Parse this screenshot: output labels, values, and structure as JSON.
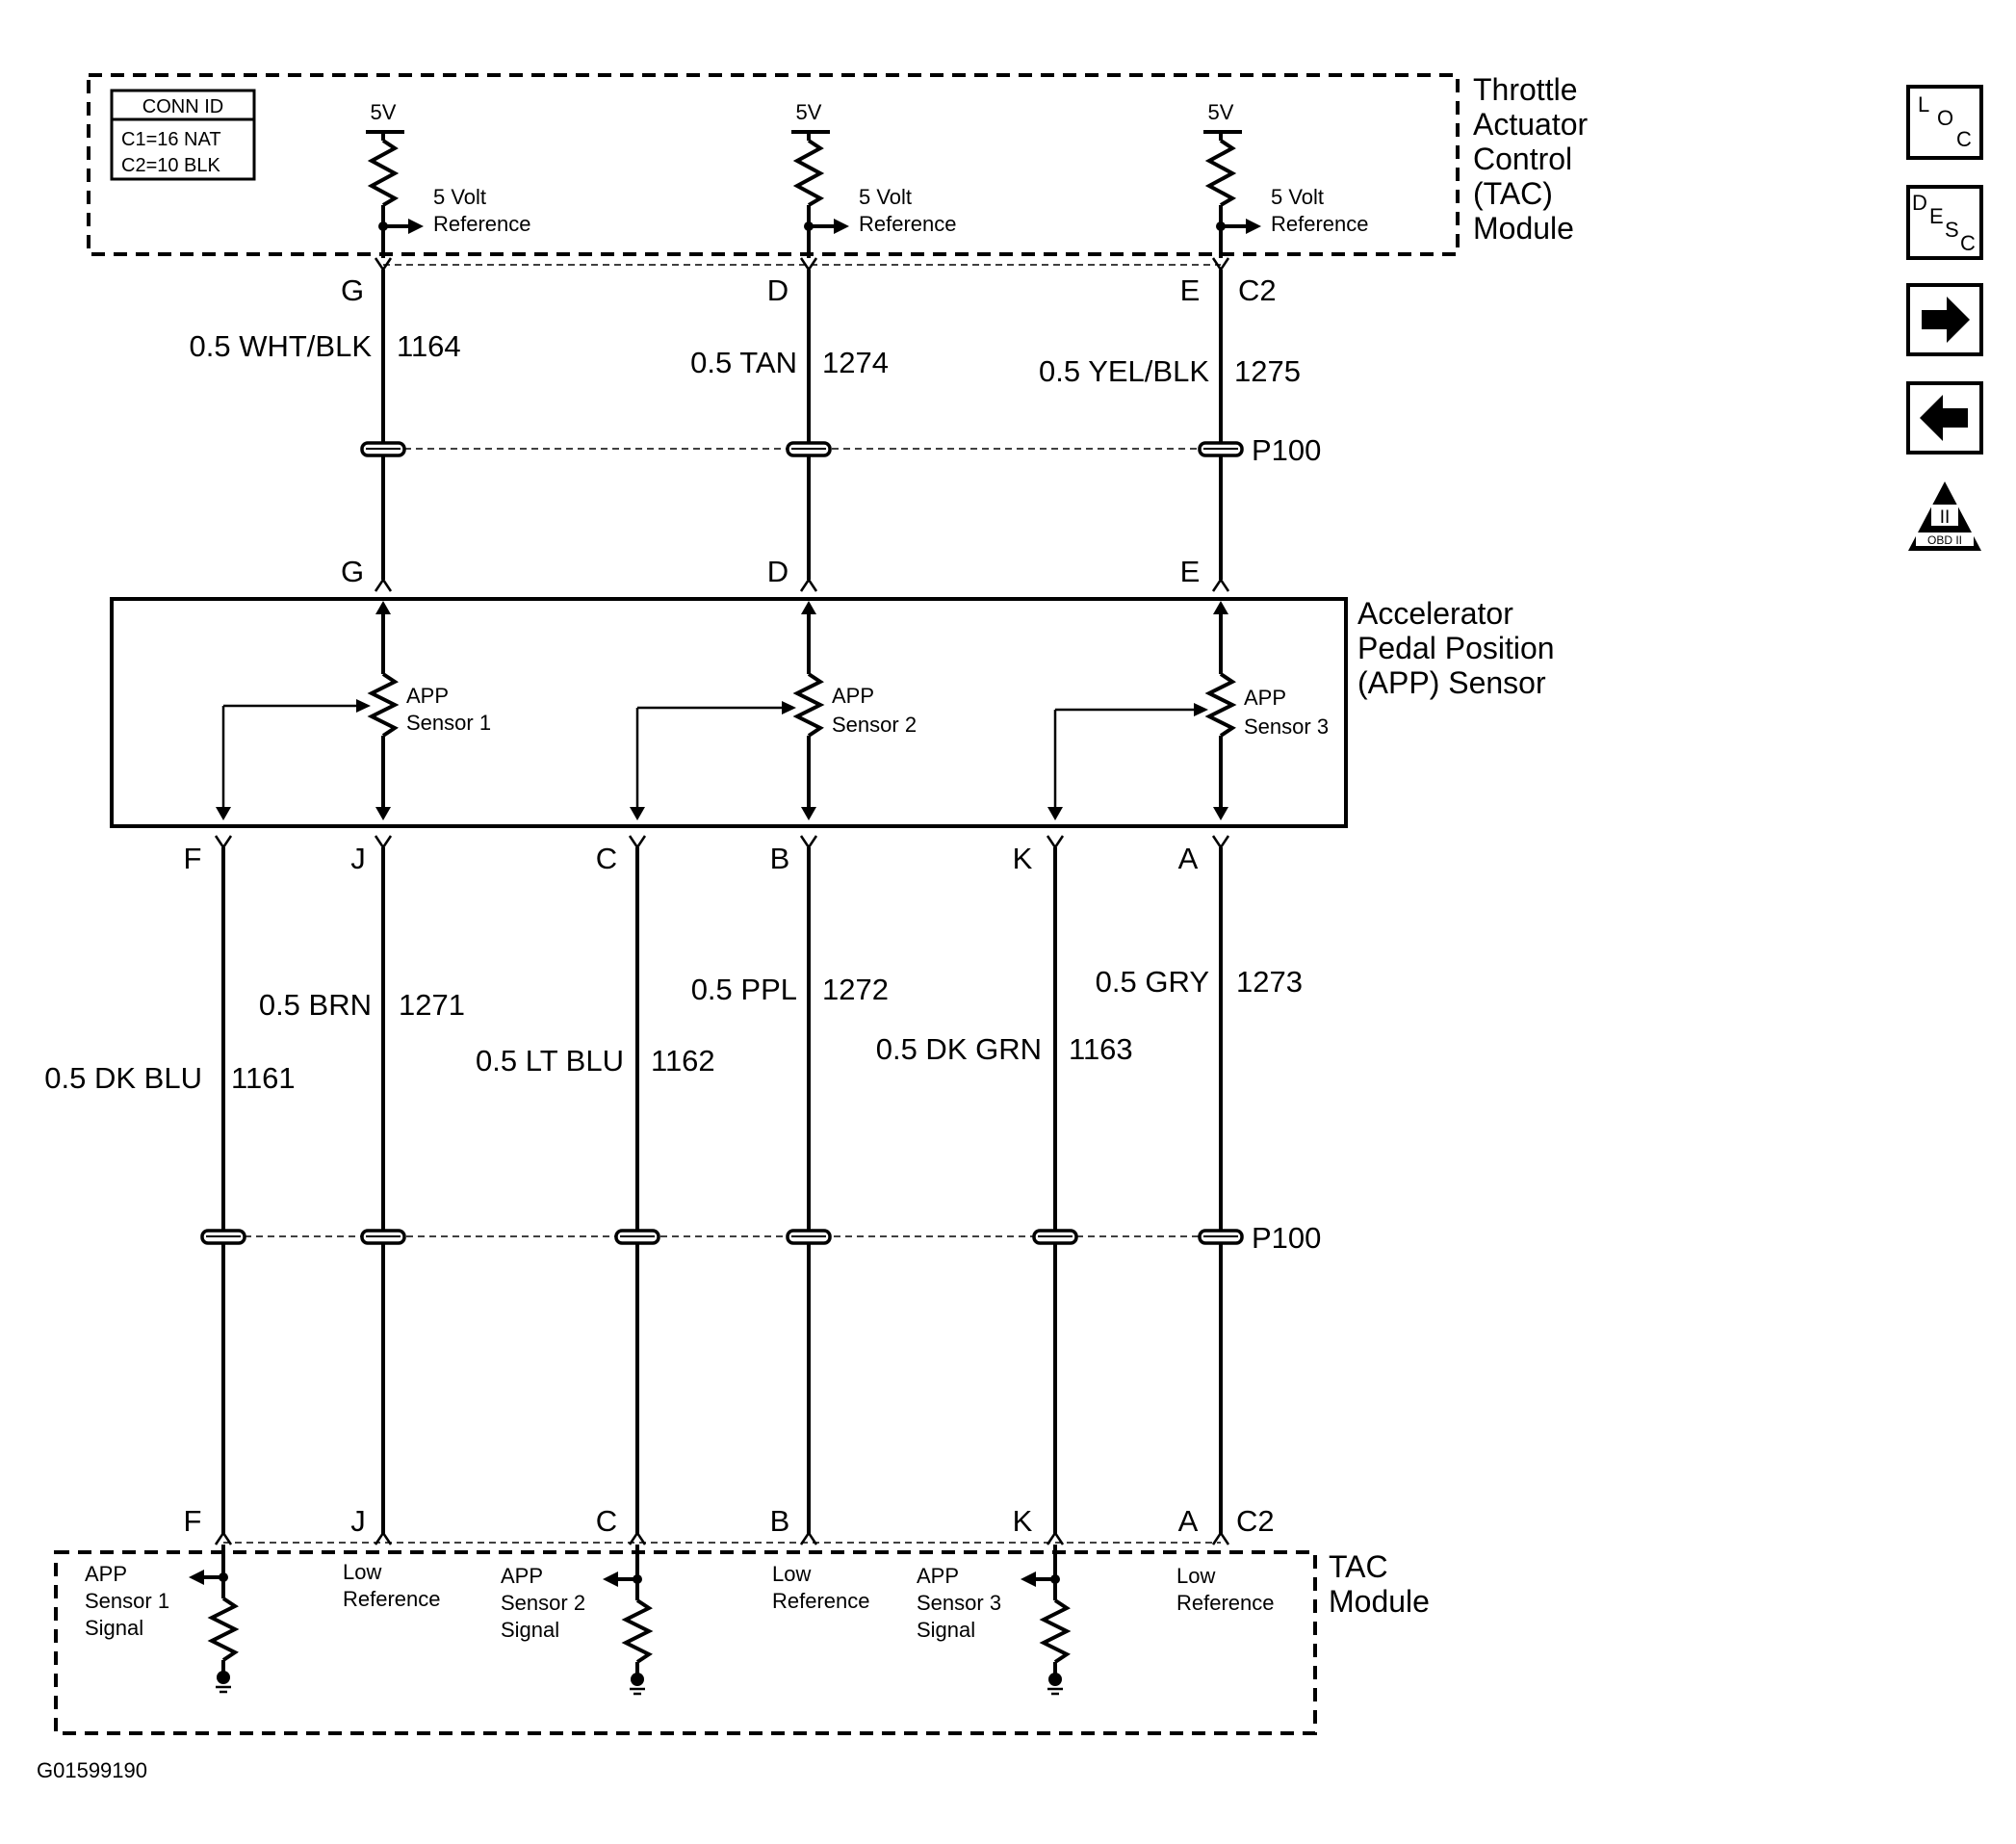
{
  "diagram": {
    "tac_module_top": {
      "title_lines": [
        "Throttle",
        "Actuator",
        "Control",
        "(TAC)",
        "Module"
      ]
    },
    "conn_id": {
      "header": "CONN ID",
      "line1": "C1=16 NAT",
      "line2": "C2=10 BLK"
    },
    "supply": {
      "voltage": "5V",
      "ref_line1": "5 Volt",
      "ref_line2": "Reference"
    },
    "top_connector": "C2",
    "top_wires": [
      {
        "pin": "G",
        "color": "0.5 WHT/BLK",
        "circuit": "1164"
      },
      {
        "pin": "D",
        "color": "0.5 TAN",
        "circuit": "1274"
      },
      {
        "pin": "E",
        "color": "0.5 YEL/BLK",
        "circuit": "1275"
      }
    ],
    "splice_label_top": "P100",
    "app_sensor": {
      "title_lines": [
        "Accelerator",
        "Pedal Position",
        "(APP) Sensor"
      ],
      "sensors": [
        {
          "line1": "APP",
          "line2": "Sensor 1"
        },
        {
          "line1": "APP",
          "line2": "Sensor 2"
        },
        {
          "line1": "APP",
          "line2": "Sensor 3"
        }
      ]
    },
    "bottom_wires": [
      {
        "pin": "F",
        "color": "0.5 DK BLU",
        "circuit": "1161"
      },
      {
        "pin": "J",
        "color": "0.5 BRN",
        "circuit": "1271"
      },
      {
        "pin": "C",
        "color": "0.5 LT BLU",
        "circuit": "1162"
      },
      {
        "pin": "B",
        "color": "0.5 PPL",
        "circuit": "1272"
      },
      {
        "pin": "K",
        "color": "0.5 DK GRN",
        "circuit": "1163"
      },
      {
        "pin": "A",
        "color": "0.5 GRY",
        "circuit": "1273"
      }
    ],
    "splice_label_bottom": "P100",
    "bottom_connector": "C2",
    "tac_module_bottom": {
      "title_lines": [
        "TAC",
        "Module"
      ],
      "signals": [
        {
          "lines": [
            "APP",
            "Sensor 1",
            "Signal"
          ]
        },
        {
          "lines": [
            "Low",
            "Reference"
          ]
        },
        {
          "lines": [
            "APP",
            "Sensor 2",
            "Signal"
          ]
        },
        {
          "lines": [
            "Low",
            "Reference"
          ]
        },
        {
          "lines": [
            "APP",
            "Sensor 3",
            "Signal"
          ]
        },
        {
          "lines": [
            "Low",
            "Reference"
          ]
        }
      ]
    },
    "figure_id": "G01599190"
  },
  "side_icons": {
    "loc": {
      "chars": [
        "L",
        "O",
        "C"
      ]
    },
    "desc": {
      "chars": [
        "D",
        "E",
        "S",
        "C"
      ]
    },
    "forward": {
      "icon": "arrow-right-icon"
    },
    "back": {
      "icon": "arrow-left-icon"
    },
    "obd": {
      "top": "II",
      "bottom": "OBD II"
    }
  }
}
